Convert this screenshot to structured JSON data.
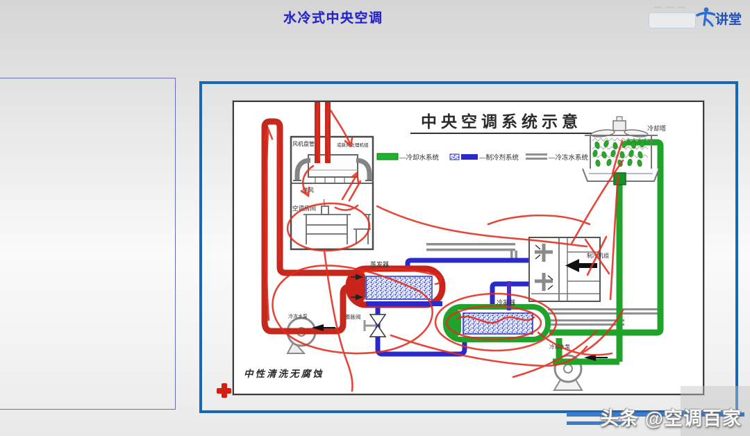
{
  "header": {
    "title": "水冷式中央空调",
    "logo_text": "讲堂"
  },
  "diagram": {
    "title": "中央空调系统示意",
    "legend": {
      "cooling_water": "—冷却水系统",
      "refrigerant": "—制冷剂系统",
      "chilled_water": "—冷冻水系统"
    },
    "labels": {
      "fan_coil": "风机盘管",
      "fresh_air_unit": "或新风处理机组",
      "supply_air": "送风",
      "room": "空调房间",
      "evaporator": "蒸发器",
      "expansion_valve": "膨胀阀",
      "chilled_pump": "冷冻水泵",
      "condenser": "冷凝器",
      "chiller_unit": "制冷机组",
      "cooling_tower": "冷却塔",
      "cooling_pump": "冷却水泵",
      "note": "中性清洗无腐蚀"
    }
  },
  "watermark": {
    "text": "头条 @空调百家"
  },
  "colors": {
    "header_title": "#2324c6",
    "panel_border": "#1767b2",
    "cooling_water_green": "#1fa32b",
    "refrigerant_blue": "#2a2acc",
    "chilled_water_gray": "#8f8f8f",
    "pipe_red": "#c5281c",
    "annotation_red": "#e22d1f"
  }
}
